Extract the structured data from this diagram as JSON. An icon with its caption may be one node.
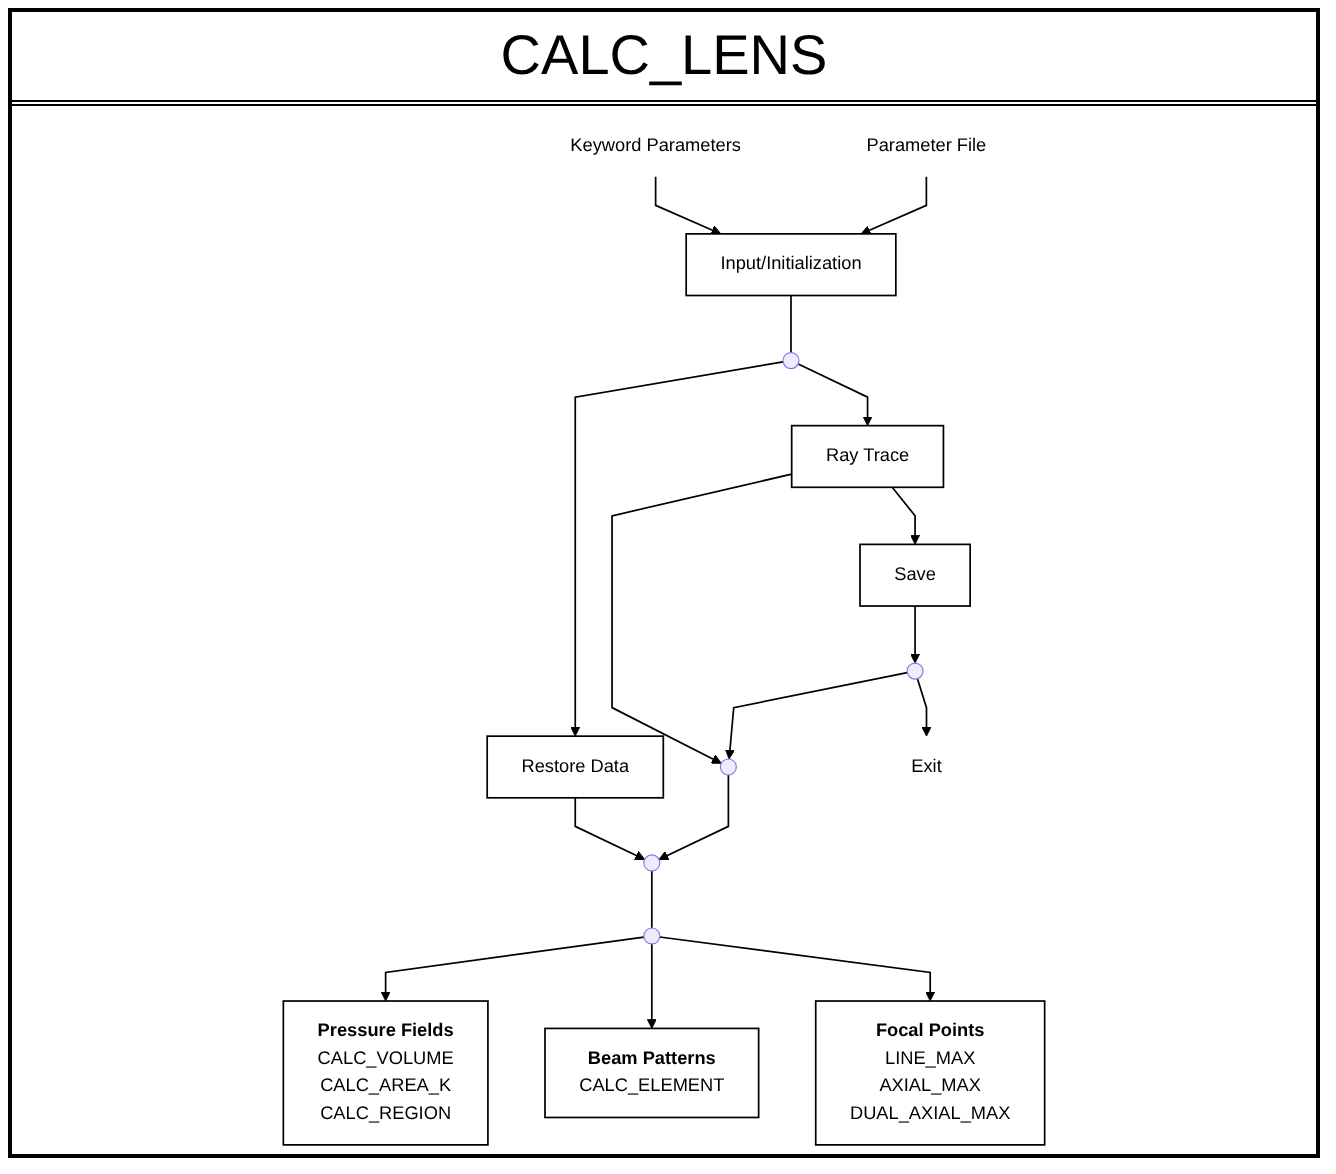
{
  "diagram": {
    "title": "CALC_LENS",
    "nodes": [
      {
        "text": [
          "Keyword Parameters"
        ]
      },
      {
        "text": [
          "Input/Initialization"
        ]
      },
      {
        "text": [
          "Parameter File"
        ]
      },
      {
        "text": [],
        "shape": "circle"
      },
      {
        "text": [
          "Restore Data"
        ]
      },
      {
        "text": [
          "Ray Trace"
        ]
      },
      {
        "text": [
          "Save"
        ]
      },
      {
        "text": [],
        "shape": "circle"
      },
      {
        "text": [],
        "shape": "circle"
      },
      {
        "text": [],
        "shape": "circle"
      },
      {
        "text": [
          "Exit"
        ]
      },
      {
        "text": [],
        "shape": "circle"
      },
      {
        "text": [
          "Pressure Fields",
          "CALC_VOLUME",
          "CALC_AREA_K",
          "CALC_REGION"
        ]
      },
      {
        "text": [
          "Beam Patterns",
          "CALC_ELEMENT"
        ]
      },
      {
        "text": [
          "Focal Points",
          "LINE_MAX",
          "AXIAL_MAX",
          "DUAL_AXIAL_MAX"
        ]
      }
    ],
    "edges": [
      {
        "from": 0,
        "to": 1,
        "arrow": "to"
      },
      {
        "from": 2,
        "to": 1,
        "arrow": "to"
      },
      {
        "from": 1,
        "to": 3,
        "arrow": "none"
      },
      {
        "from": 3,
        "to": 4,
        "arrow": "to"
      },
      {
        "from": 3,
        "to": 5,
        "arrow": "to"
      },
      {
        "from": 5,
        "to": 6,
        "arrow": "to"
      },
      {
        "from": 4,
        "to": 7,
        "arrow": "to"
      },
      {
        "from": 5,
        "to": 8,
        "arrow": "to"
      },
      {
        "from": 8,
        "to": 7,
        "arrow": "to"
      },
      {
        "from": 6,
        "to": 9,
        "arrow": "to"
      },
      {
        "from": 9,
        "to": 8,
        "arrow": "to"
      },
      {
        "from": 9,
        "to": 10,
        "arrow": "to"
      },
      {
        "from": 7,
        "to": 11,
        "arrow": "none"
      },
      {
        "from": 11,
        "to": 12,
        "arrow": "to"
      },
      {
        "from": 11,
        "to": 13,
        "arrow": "to"
      },
      {
        "from": 11,
        "to": 14,
        "arrow": "to"
      }
    ]
  }
}
